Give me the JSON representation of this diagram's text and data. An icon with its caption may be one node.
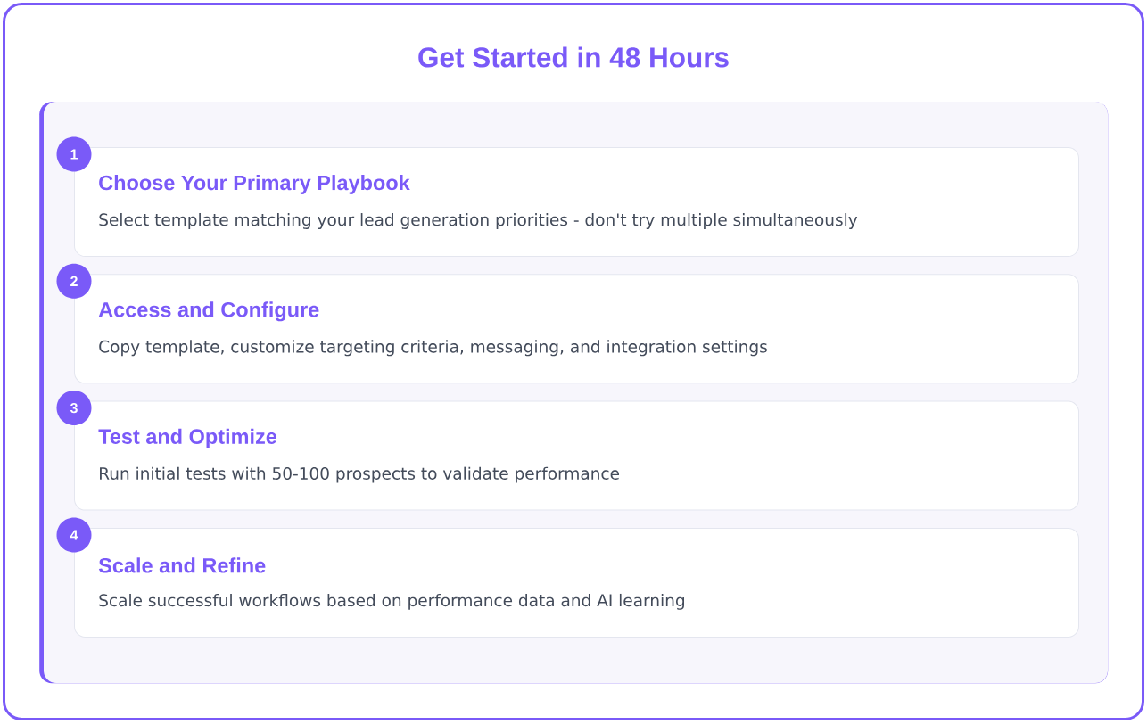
{
  "diagram": {
    "title": "Get Started in 48 Hours",
    "nodes": [
      {
        "text": [],
        "shape": "box"
      },
      {
        "text": [
          "1"
        ],
        "in": 0
      },
      {
        "text": [
          "Choose Your Primary Playbook",
          "Select template matching your lead generation priorities - don't try multiple simultaneously"
        ],
        "in": 0
      },
      {
        "text": [
          "2"
        ],
        "in": 0
      },
      {
        "text": [
          "Access and Configure",
          "Copy template, customize targeting criteria, messaging, and integration settings"
        ],
        "in": 0
      },
      {
        "text": [
          "3"
        ],
        "in": 0
      },
      {
        "text": [
          "Test and Optimize",
          "Run initial tests with 50-100 prospects to validate performance"
        ],
        "in": 0
      },
      {
        "text": [
          "4"
        ],
        "in": 0
      },
      {
        "text": [
          "Scale and Refine",
          "Scale successful workflows based on performance data and AI learning"
        ],
        "in": 0
      }
    ]
  }
}
